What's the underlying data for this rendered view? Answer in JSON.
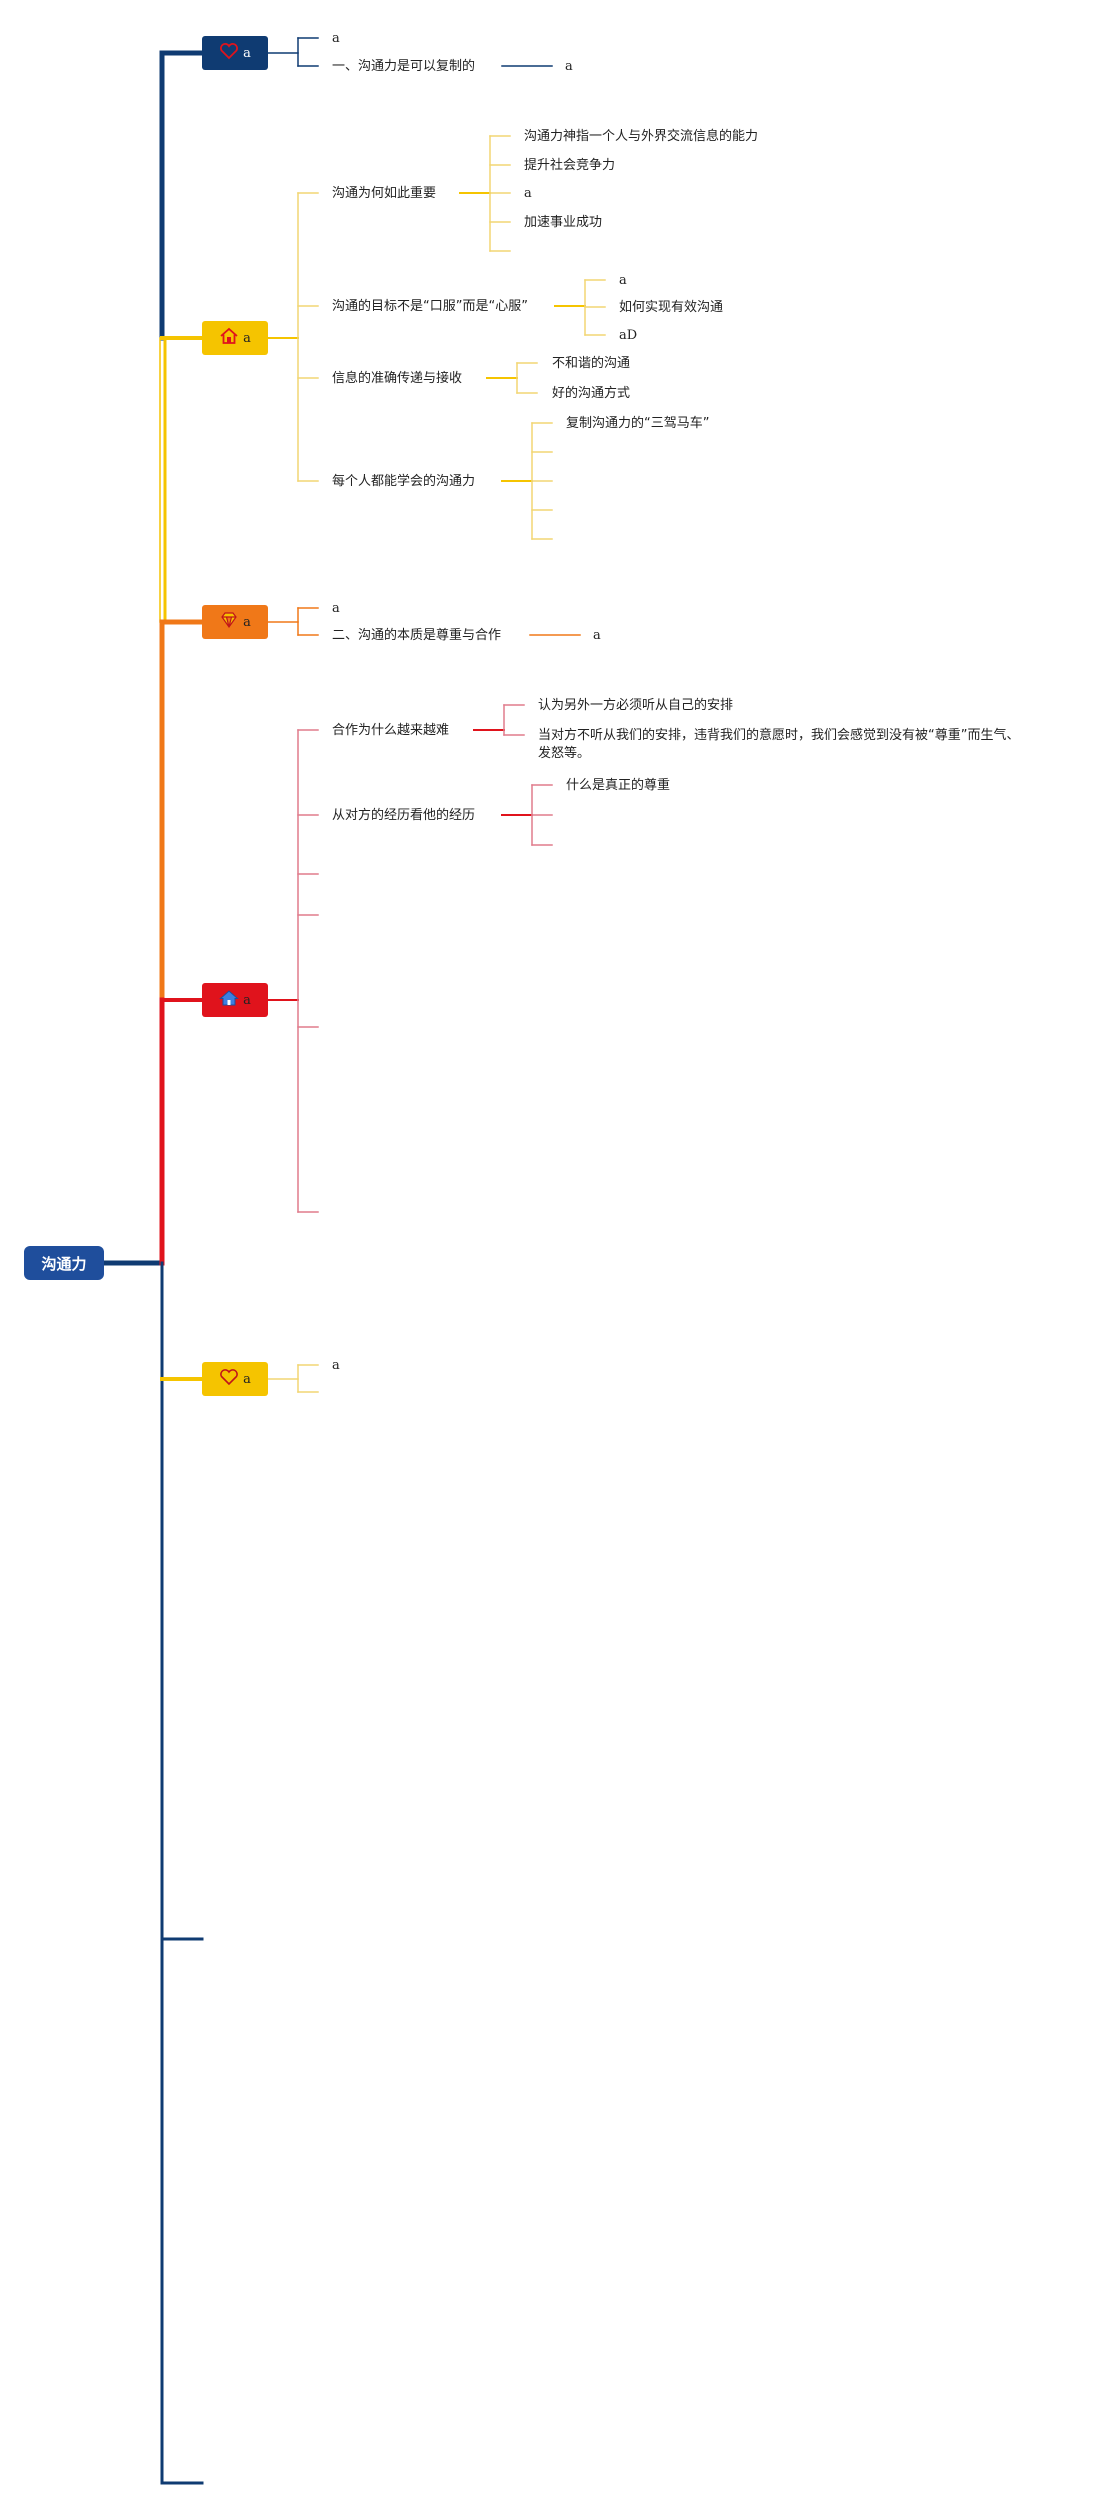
{
  "root": {
    "label": "沟通力"
  },
  "colors": {
    "navy": "#0f3b72",
    "yellow": "#f5c400",
    "orange": "#f07818",
    "red": "#e0131c",
    "lightYellow": "#f2d573",
    "lightRed": "#e07c8c"
  },
  "branches": [
    {
      "icon": "heart-icon",
      "label": "a",
      "children": [
        {
          "label": "a"
        },
        {
          "label": "一、沟通力是可以复制的",
          "children": [
            {
              "label": "a"
            }
          ]
        }
      ]
    },
    {
      "icon": "home-icon",
      "label": "a",
      "children": [
        {
          "label": "沟通为何如此重要",
          "children": [
            {
              "label": "沟通力神指一个人与外界交流信息的能力"
            },
            {
              "label": "提升社会竞争力"
            },
            {
              "label": "a"
            },
            {
              "label": "加速事业成功"
            }
          ]
        },
        {
          "label": "沟通的目标不是“口服”而是“心服”",
          "children": [
            {
              "label": "a"
            },
            {
              "label": "如何实现有效沟通"
            },
            {
              "label": "aD"
            }
          ]
        },
        {
          "label": "信息的准确传递与接收",
          "children": [
            {
              "label": "不和谐的沟通"
            },
            {
              "label": "好的沟通方式"
            }
          ]
        },
        {
          "label": "每个人都能学会的沟通力",
          "children": [
            {
              "label": "复制沟通力的“三驾马车”"
            }
          ]
        }
      ]
    },
    {
      "icon": "diamond-icon",
      "label": "a",
      "children": [
        {
          "label": "a"
        },
        {
          "label": "二、沟通的本质是尊重与合作",
          "children": [
            {
              "label": "a"
            }
          ]
        }
      ]
    },
    {
      "icon": "house-icon",
      "label": "a",
      "children": [
        {
          "label": "合作为什么越来越难",
          "children": [
            {
              "label": "认为另外一方必须听从自己的安排"
            },
            {
              "label": "当对方不听从我们的安排，违背我们的意愿时，我们会感觉到没有被“尊重”而生气、发怒等。"
            }
          ]
        },
        {
          "label": "从对方的经历看他的经历",
          "children": [
            {
              "label": "什么是真正的尊重"
            }
          ]
        }
      ]
    },
    {
      "icon": "heart-outline-icon",
      "label": "a",
      "children": [
        {
          "label": "a"
        }
      ]
    }
  ]
}
